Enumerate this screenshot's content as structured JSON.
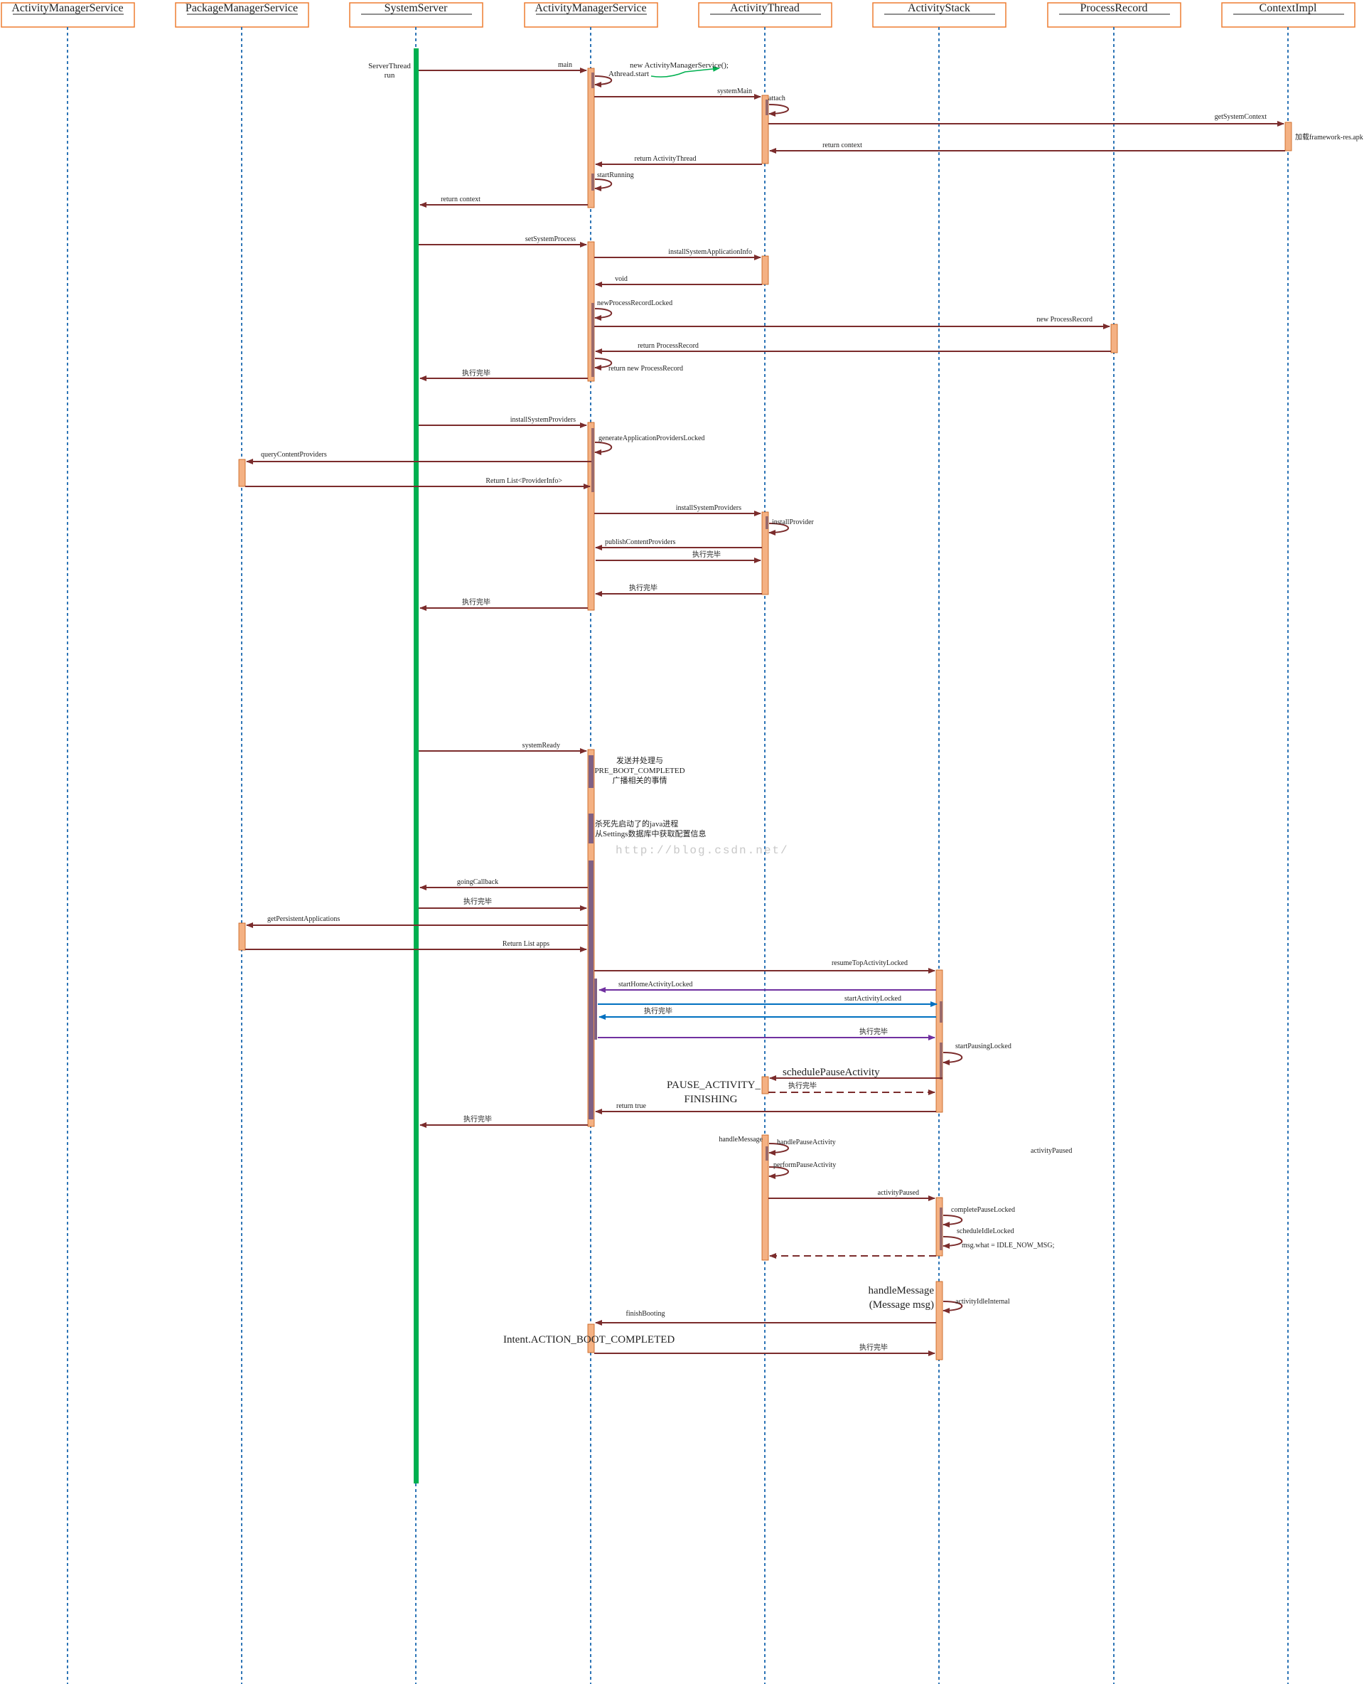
{
  "colors": {
    "header_border": "#ed7d31",
    "lifeline": "#2e75b6",
    "activation": "#f4b183",
    "activation_border": "#c55a11",
    "system_server_bar": "#00b050",
    "arrow": "#7b2c2c",
    "arrow_purple": "#7030a0",
    "arrow_blue": "#0070c0",
    "arrow_green": "#00b050",
    "inner_bar": "#7f6084",
    "watermark": "#c8c8c8"
  },
  "participants": [
    {
      "id": "ams0",
      "label": "ActivityManagerService"
    },
    {
      "id": "pms",
      "label": "PackageManagerService"
    },
    {
      "id": "ss",
      "label": "SystemServer"
    },
    {
      "id": "ams",
      "label": "ActivityManagerService"
    },
    {
      "id": "at",
      "label": "ActivityThread"
    },
    {
      "id": "as",
      "label": "ActivityStack"
    },
    {
      "id": "pr",
      "label": "ProcessRecord"
    },
    {
      "id": "ci",
      "label": "ContextImpl"
    }
  ],
  "notes": {
    "server_thread": [
      "ServerThread",
      "run"
    ],
    "new_ams": "new ActivityManagerService();",
    "athread_start": "Athread.start",
    "load_res": "加载framework-res.apk",
    "pre_boot": [
      "发送并处理与",
      "PRE_BOOT_COMPLETED",
      "广播相关的事情"
    ],
    "kill_procs": [
      "杀死先启动了的java进程",
      "从Settings数据库中获取配置信息"
    ],
    "watermark": "http://blog.csdn.net/",
    "pause_finishing": [
      "PAUSE_ACTIVITY_",
      "FINISHING"
    ],
    "handle_message_msg": [
      "handleMessage",
      "(Message msg)"
    ],
    "intent_boot": "Intent.ACTION_BOOT_COMPLETED",
    "activity_paused_note": "activityPaused",
    "msg_what": "msg.what = IDLE_NOW_MSG;"
  },
  "messages": {
    "main": "main",
    "system_main": "systemMain",
    "attach": "attach",
    "get_system_context": "getSystemContext",
    "return_context_ci": "return context",
    "return_activity_thread": "return ActivityThread",
    "start_running": "startRunning",
    "return_context": "return context",
    "set_system_process": "setSystemProcess",
    "install_system_application_info": "installSystemApplicationInfo",
    "void": "void",
    "new_process_record_locked": "newProcessRecordLocked",
    "new_process_record": "new ProcessRecord",
    "return_process_record": "return ProcessRecord",
    "return_new_process_record": "return new ProcessRecord",
    "done_1": "执行完毕",
    "install_system_providers_1": "installSystemProviders",
    "generate_application_providers_locked": "generateApplicationProvidersLocked",
    "query_content_providers": "queryContentProviders",
    "return_list_provider_info": "Return List<ProviderInfo>",
    "install_system_providers_2": "installSystemProviders",
    "install_provider": "installProvider",
    "publish_content_providers": "publishContentProviders",
    "done_2": "执行完毕",
    "done_3": "执行完毕",
    "done_4": "执行完毕",
    "system_ready": "systemReady",
    "going_callback": "goingCallback",
    "done_5": "执行完毕",
    "get_persistent_applications": "getPersistentApplications",
    "return_list_apps": "Return List apps",
    "resume_top_activity_locked": "resumeTopActivityLocked",
    "start_home_activity_locked": "startHomeActivityLocked",
    "start_activity_locked": "startActivityLocked",
    "done_6": "执行完毕",
    "done_7": "执行完毕",
    "start_pausing_locked": "startPausingLocked",
    "schedule_pause_activity": "schedulePauseActivity",
    "done_8": "执行完毕",
    "return_true": "return true",
    "done_9": "执行完毕",
    "handle_message": "handleMessage",
    "handle_pause_activity": "handlePauseActivity",
    "perform_pause_activity": "performPauseActivity",
    "activity_paused": "activityPaused",
    "complete_pause_locked": "completePauseLocked",
    "schedule_idle_locked": "scheduleIdleLocked",
    "activity_idle_internal": "activityIdleInternal",
    "finish_booting": "finishBooting",
    "done_10": "执行完毕"
  }
}
